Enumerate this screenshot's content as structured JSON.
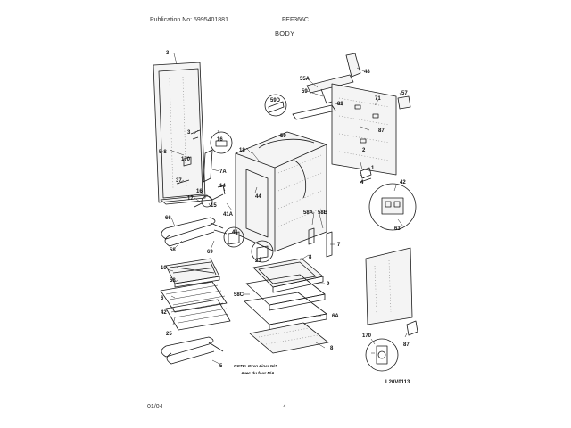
{
  "header": {
    "publication": "Publication No: 5995401881",
    "model": "FEF366C",
    "section": "BODY"
  },
  "footer": {
    "date": "01/04",
    "page": "4"
  },
  "diagram": {
    "code": "L20V0113",
    "note_line1": "NOTE: Oven Liner N/A",
    "note_line2": "Avec du four N/A",
    "labels": [
      "3",
      "48",
      "55A",
      "59",
      "89",
      "71",
      "57",
      "59D",
      "87",
      "16",
      "18",
      "59",
      "2",
      "3",
      "5-8",
      "170",
      "7A",
      "1",
      "4",
      "42",
      "37",
      "44",
      "16",
      "14",
      "17",
      "15",
      "41A",
      "62",
      "58A",
      "58B",
      "66",
      "41",
      "63",
      "7",
      "58",
      "21",
      "69",
      "8",
      "10",
      "58",
      "58C",
      "9",
      "6",
      "42",
      "6A",
      "25",
      "8",
      "170",
      "87",
      "5"
    ]
  }
}
